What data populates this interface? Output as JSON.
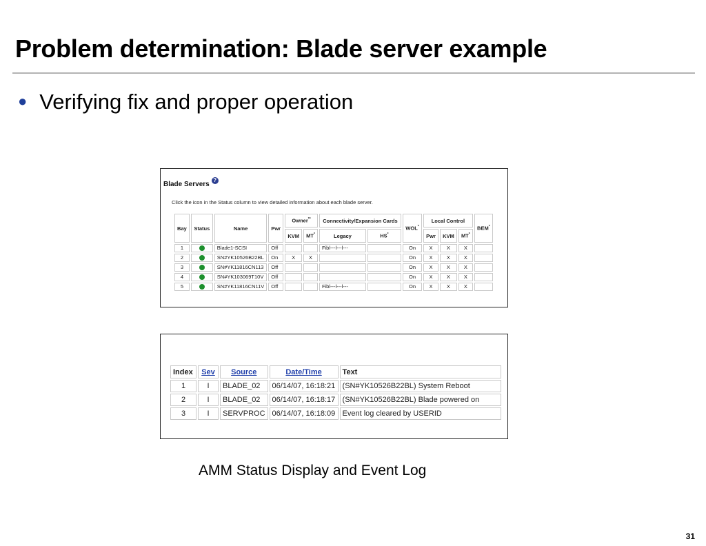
{
  "slide": {
    "title": "Problem determination: Blade server example",
    "bullet": "Verifying fix and proper operation",
    "bullet_color": "#1f3f9a",
    "caption": "AMM Status Display and Event Log",
    "page_number": "31"
  },
  "blade_servers": {
    "heading": "Blade Servers",
    "help_glyph": "?",
    "instruction": "Click the icon in the Status column to view detailed information about each blade server.",
    "headers": {
      "bay": "Bay",
      "status": "Status",
      "name": "Name",
      "pwr": "Pwr",
      "owner": "Owner",
      "owner_mark": "**",
      "kvm": "KVM",
      "mt": "MT",
      "mt_mark": "*",
      "connectivity": "Connectivity/Expansion Cards",
      "legacy": "Legacy",
      "hs": "HS",
      "hs_mark": "*",
      "wol": "WOL",
      "wol_mark": "*",
      "local_control": "Local Control",
      "lc_pwr": "Pwr",
      "lc_kvm": "KVM",
      "lc_mt": "MT",
      "lc_mt_mark": "*",
      "bem": "BEM",
      "bem_mark": "*"
    },
    "status_color": "#1c8f2c",
    "rows": [
      {
        "bay": "1",
        "name": "Blade1-SCSI",
        "pwr": "Off",
        "kvm": "",
        "mt": "",
        "legacy": "Fibl---l---l---",
        "hs": "",
        "wol": "On",
        "lc_pwr": "X",
        "lc_kvm": "X",
        "lc_mt": "X",
        "bem": ""
      },
      {
        "bay": "2",
        "name": "SN#YK10526B22BL",
        "pwr": "On",
        "kvm": "X",
        "mt": "X",
        "legacy": "",
        "hs": "",
        "wol": "On",
        "lc_pwr": "X",
        "lc_kvm": "X",
        "lc_mt": "X",
        "bem": ""
      },
      {
        "bay": "3",
        "name": "SN#YK11816CN113",
        "pwr": "Off",
        "kvm": "",
        "mt": "",
        "legacy": "",
        "hs": "",
        "wol": "On",
        "lc_pwr": "X",
        "lc_kvm": "X",
        "lc_mt": "X",
        "bem": ""
      },
      {
        "bay": "4",
        "name": "SN#YK103069T10V",
        "pwr": "Off",
        "kvm": "",
        "mt": "",
        "legacy": "",
        "hs": "",
        "wol": "On",
        "lc_pwr": "X",
        "lc_kvm": "X",
        "lc_mt": "X",
        "bem": ""
      },
      {
        "bay": "5",
        "name": "SN#YK11816CN11V",
        "pwr": "Off",
        "kvm": "",
        "mt": "",
        "legacy": "Fibl---l---l---",
        "hs": "",
        "wol": "On",
        "lc_pwr": "X",
        "lc_kvm": "X",
        "lc_mt": "X",
        "bem": ""
      }
    ]
  },
  "event_log": {
    "headers": {
      "index": "Index",
      "sev": "Sev",
      "source": "Source",
      "datetime": "Date/Time",
      "text": "Text"
    },
    "link_color": "#1f3faa",
    "rows": [
      {
        "index": "1",
        "sev": "I",
        "source": "BLADE_02",
        "datetime": "06/14/07, 16:18:21",
        "text": "(SN#YK10526B22BL) System Reboot"
      },
      {
        "index": "2",
        "sev": "I",
        "source": "BLADE_02",
        "datetime": "06/14/07, 16:18:17",
        "text": "(SN#YK10526B22BL) Blade powered on"
      },
      {
        "index": "3",
        "sev": "I",
        "source": "SERVPROC",
        "datetime": "06/14/07, 16:18:09",
        "text": "Event log cleared by USERID"
      }
    ]
  }
}
